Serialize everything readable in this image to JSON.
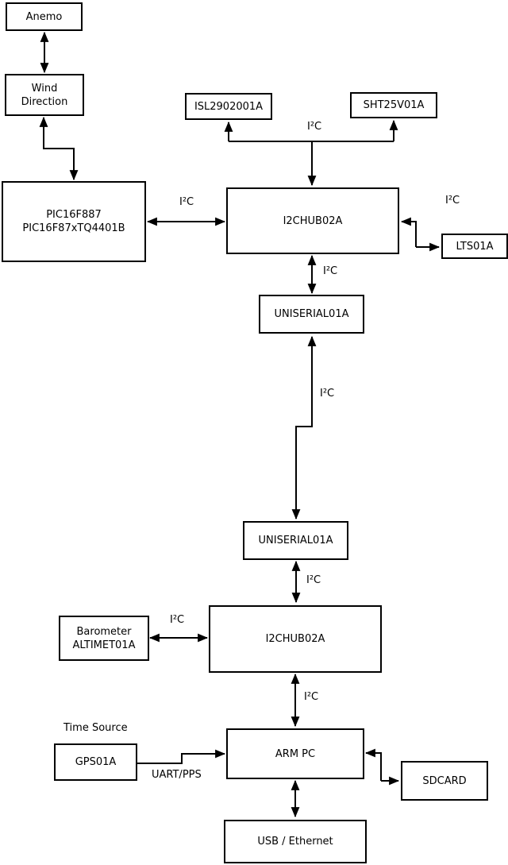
{
  "diagram": {
    "title_hint": "weather-station hardware block diagram",
    "colors": {
      "line": "#000000",
      "background": "#ffffff",
      "box_fill": "#ffffff"
    },
    "nodes": {
      "anemo": {
        "lines": [
          "Anemo"
        ]
      },
      "wind_direction": {
        "lines": [
          "Wind",
          "Direction"
        ]
      },
      "pic": {
        "lines": [
          "PIC16F887",
          "PIC16F87xTQ4401B"
        ]
      },
      "isl": {
        "lines": [
          "ISL2902001A"
        ]
      },
      "sht": {
        "lines": [
          "SHT25V01A"
        ]
      },
      "i2chub_top": {
        "lines": [
          "I2CHUB02A"
        ]
      },
      "lts": {
        "lines": [
          "LTS01A"
        ]
      },
      "uniserial_top": {
        "lines": [
          "UNISERIAL01A"
        ]
      },
      "uniserial_bottom": {
        "lines": [
          "UNISERIAL01A"
        ]
      },
      "i2chub_bottom": {
        "lines": [
          "I2CHUB02A"
        ]
      },
      "barometer": {
        "lines": [
          "Barometer",
          "ALTIMET01A"
        ]
      },
      "gps": {
        "lines": [
          "GPS01A"
        ]
      },
      "arm_pc": {
        "lines": [
          "ARM PC"
        ]
      },
      "sdcard": {
        "lines": [
          "SDCARD"
        ]
      },
      "usb_ethernet": {
        "lines": [
          "USB / Ethernet"
        ]
      }
    },
    "edge_labels": {
      "bus_top": "I²C",
      "pic_hub": "I²C",
      "hub_lts": "I²C",
      "hub_uniserial": "I²C",
      "uniserial_link": "I²C",
      "uniserial_hub2": "I²C",
      "barometer_hub2": "I²C",
      "hub2_armpc": "I²C",
      "time_source": "Time Source",
      "uart_pps": "UART/PPS"
    }
  }
}
